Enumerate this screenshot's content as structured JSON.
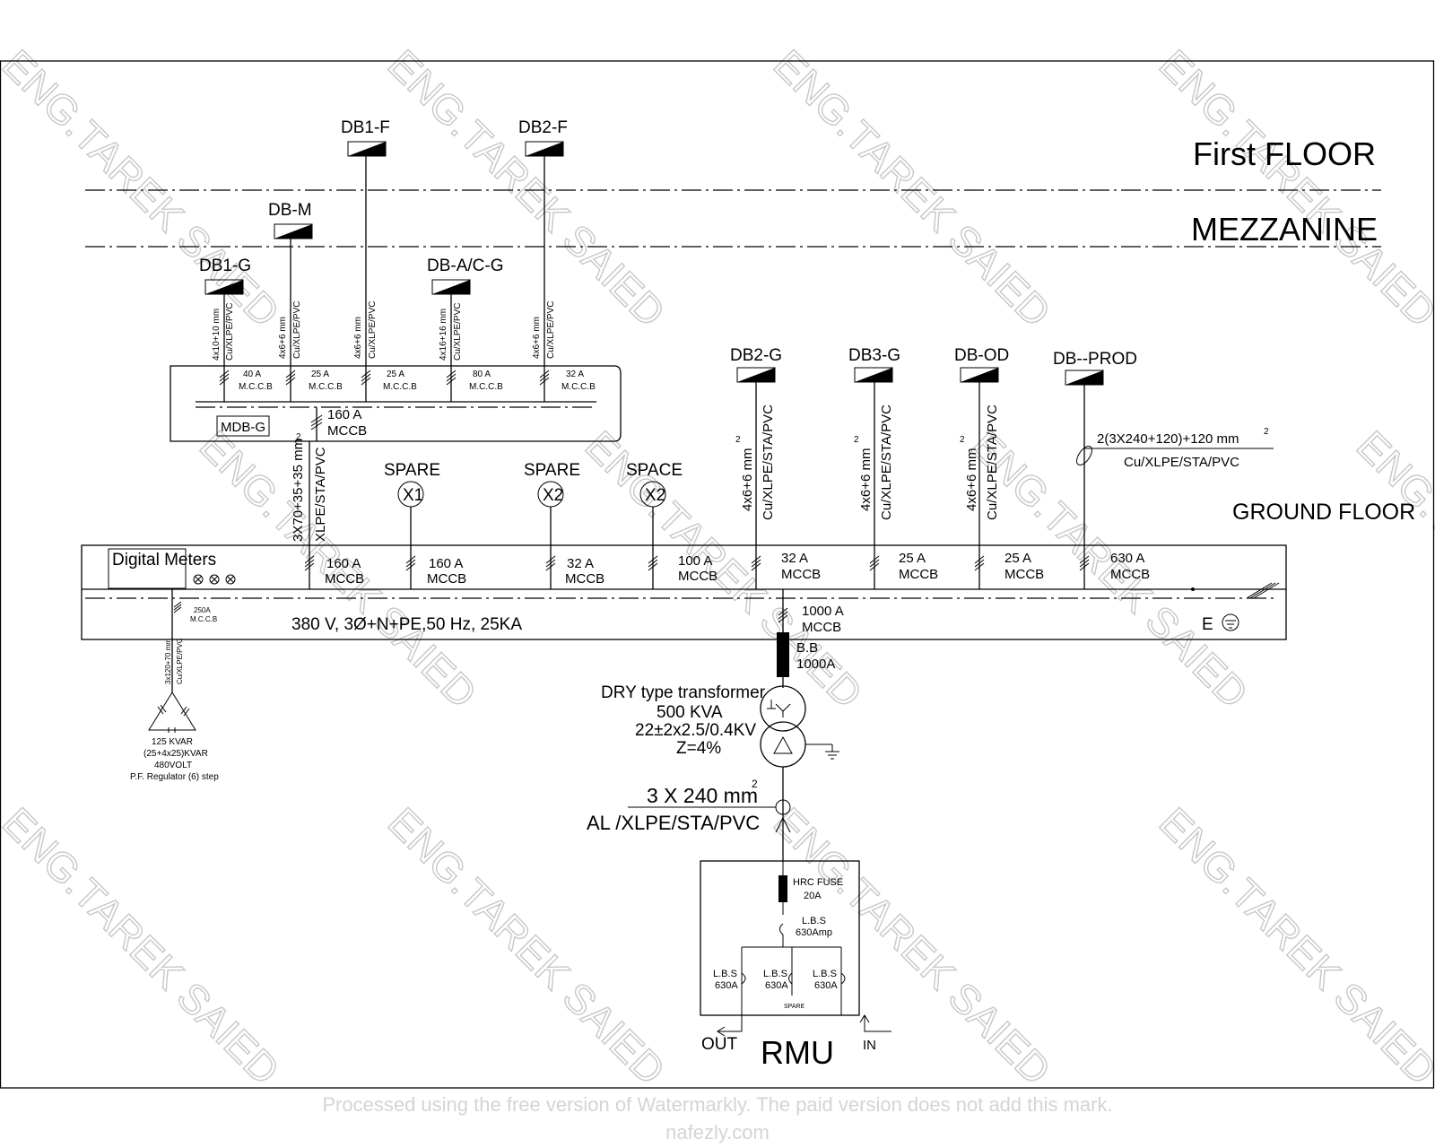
{
  "floors": {
    "first": "First FLOOR",
    "mezzanine": "MEZZANINE",
    "ground": "GROUND FLOOR"
  },
  "mdb_g": {
    "name": "MDB-G",
    "incomer": {
      "rating": "160 A",
      "type": "MCCB"
    },
    "feeders": [
      {
        "board": "DB1-G",
        "cable": "4x10+10 mm",
        "cable2": "Cu/XLPE/PVC",
        "rating": "40 A",
        "type": "M.C.C.B"
      },
      {
        "board": "DB-M",
        "cable": "4x6+6 mm",
        "cable2": "Cu/XLPE/PVC",
        "rating": "25 A",
        "type": "M.C.C.B"
      },
      {
        "board": "DB1-F",
        "cable": "4x6+6 mm",
        "cable2": "Cu/XLPE/PVC",
        "rating": "25 A",
        "type": "M.C.C.B"
      },
      {
        "board": "DB-A/C-G",
        "cable": "4x16+16 mm",
        "cable2": "Cu/XLPE/PVC",
        "rating": "80 A",
        "type": "M.C.C.B"
      },
      {
        "board": "DB2-F",
        "cable": "4x6+6 mm",
        "cable2": "Cu/XLPE/PVC",
        "rating": "32 A",
        "type": "M.C.C.B"
      }
    ]
  },
  "link_cable": {
    "size": "3X70+35+35 mm",
    "type": "XLPE/STA/PVC"
  },
  "mdb": {
    "meters": "Digital Meters",
    "rating": "380 V, 3Ø+N+PE,50 Hz, 25KA",
    "earth": "E",
    "incomer": {
      "rating": "1000 A",
      "type": "MCCB"
    },
    "capacitor_breaker": {
      "rating": "250A",
      "type": "M.C.C.B"
    },
    "capacitor_cable": "3x120+70 mm",
    "capacitor_cable2": "Cu/XLPE/PVC",
    "feeders": [
      {
        "rating": "160 A",
        "type": "MCCB"
      },
      {
        "label": "SPARE",
        "sym": "X1",
        "rating": "160 A",
        "type": "MCCB"
      },
      {
        "label": "SPARE",
        "sym": "X2",
        "rating": "32 A",
        "type": "MCCB"
      },
      {
        "label": "SPACE",
        "sym": "X2",
        "rating": "100 A",
        "type": "MCCB"
      },
      {
        "board": "DB2-G",
        "cable": "4x6+6 mm",
        "cable2": "Cu/XLPE/STA/PVC",
        "rating": "32 A",
        "type": "MCCB"
      },
      {
        "board": "DB3-G",
        "cable": "4x6+6 mm",
        "cable2": "Cu/XLPE/STA/PVC",
        "rating": "25 A",
        "type": "MCCB"
      },
      {
        "board": "DB-OD",
        "cable": "4x6+6 mm",
        "cable2": "Cu/XLPE/STA/PVC",
        "rating": "25 A",
        "type": "MCCB"
      },
      {
        "board": "DB--PROD",
        "cable": "2(3X240+120)+120 mm",
        "cable2": "Cu/XLPE/STA/PVC",
        "rating": "630 A",
        "type": "MCCB"
      }
    ]
  },
  "capacitor": {
    "l1": "125 KVAR",
    "l2": "(25+4x25)KVAR",
    "l3": "480VOLT",
    "l4": "P.F. Regulator (6) step"
  },
  "busbar": {
    "l1": "B.B",
    "l2": "1000A"
  },
  "transformer": {
    "l1": "DRY type transformer",
    "l2": "500  KVA",
    "l3": "22±2x2.5/0.4KV",
    "l4": "Z=4%"
  },
  "hv_cable": {
    "l1": "3 X 240 mm",
    "l2": "AL /XLPE/STA/PVC"
  },
  "rmu": {
    "name": "RMU",
    "fuse": "HRC FUSE",
    "fuse_rating": "20A",
    "lbs_main": "L.B.S",
    "lbs_main_rating": "630Amp",
    "lbs1": "L.B.S",
    "lbs1_r": "630A",
    "lbs2": "L.B.S",
    "lbs2_r": "630A",
    "lbs3": "L.B.S",
    "lbs3_r": "630A",
    "spare": "SPARE",
    "out": "OUT",
    "in": "IN"
  },
  "superscript": "2",
  "watermark": "ENG.TAREK SAIED",
  "footer": "Processed using the free version of Watermarkly. The paid version does not add this mark.",
  "footer2": "nafezly.com"
}
